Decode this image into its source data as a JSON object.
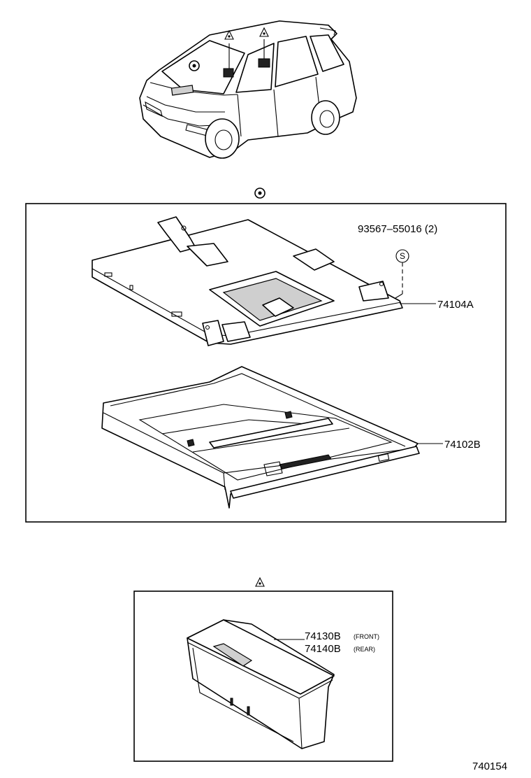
{
  "callouts": {
    "screw": "93567–55016 (2)",
    "screw_symbol": "S",
    "base": "74104A",
    "tray": "74102B",
    "box_front_num": "74130B",
    "box_front_note": "(FRONT)",
    "box_rear_num": "74140B",
    "box_rear_note": "(REAR)"
  },
  "diagram_id": "740154",
  "icons": {
    "main_marker": "circle-dot-icon",
    "box_marker": "triangle-mark-icon"
  }
}
